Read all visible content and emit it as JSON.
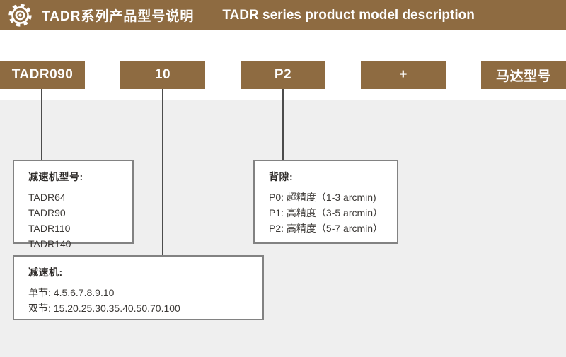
{
  "colors": {
    "brand_brown": "#8e6b41",
    "panel_gray": "#efefef",
    "box_border": "#828282",
    "connector_line": "#4c4c4c",
    "header_text": "#ffffff",
    "body_text": "#3b3835"
  },
  "header": {
    "icon": "gear-icon",
    "title_zh": "TADR系列产品型号说明",
    "title_en": "TADR series product model description"
  },
  "model_code": {
    "segments": [
      {
        "label": "TADR090"
      },
      {
        "label": "10"
      },
      {
        "label": "P2"
      },
      {
        "label": "+"
      },
      {
        "label": "马达型号"
      }
    ]
  },
  "callouts": {
    "reducer_model": {
      "title": "减速机型号:",
      "items": [
        "TADR64",
        "TADR90",
        "TADR110",
        "TADR140"
      ]
    },
    "backlash": {
      "title": "背隙:",
      "items": [
        "P0: 超精度（1-3 arcmin)",
        "P1: 高精度（3-5 arcmin）",
        "P2: 高精度（5-7 arcmin）"
      ]
    },
    "reducer": {
      "title": "减速机:",
      "items": [
        "单节: 4.5.6.7.8.9.10",
        "双节: 15.20.25.30.35.40.50.70.100"
      ]
    }
  }
}
